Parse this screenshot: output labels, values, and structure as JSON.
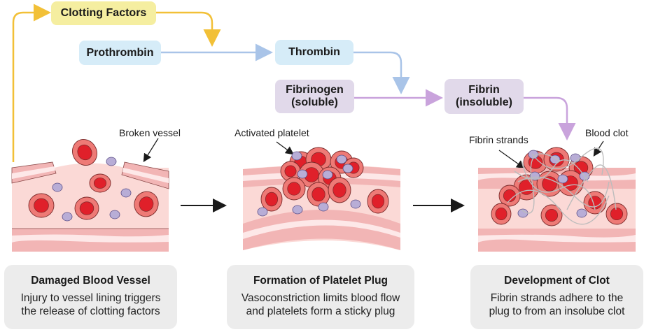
{
  "flow": {
    "clotting_factors": "Clotting Factors",
    "prothrombin": "Prothrombin",
    "thrombin": "Thrombin",
    "fibrinogen_line1": "Fibrinogen",
    "fibrinogen_line2": "(soluble)",
    "fibrin_line1": "Fibrin",
    "fibrin_line2": "(insoluble)"
  },
  "labels": {
    "broken_vessel": "Broken vessel",
    "activated_platelet": "Activated platelet",
    "fibrin_strands": "Fibrin strands",
    "blood_clot": "Blood clot"
  },
  "stages": [
    {
      "title": "Damaged Blood Vessel",
      "line1": "Injury to vessel lining triggers",
      "line2": "the release of clotting factors"
    },
    {
      "title": "Formation of Platelet Plug",
      "line1": "Vasoconstriction limits blood flow",
      "line2": "and platelets form a sticky plug"
    },
    {
      "title": "Development of Clot",
      "line1": "Fibrin strands adhere to the",
      "line2": "plug to from an insolube clot"
    }
  ],
  "colors": {
    "yellow_arrow": "#f2c037",
    "blue_arrow": "#a9c4e8",
    "purple_arrow": "#c9a3dc",
    "vessel_wall": "#f2b5b5",
    "plasma": "#fbd9d6",
    "rbc_outer": "#ee7a76",
    "rbc_inner": "#e0202a",
    "platelet": "#b8add6"
  }
}
